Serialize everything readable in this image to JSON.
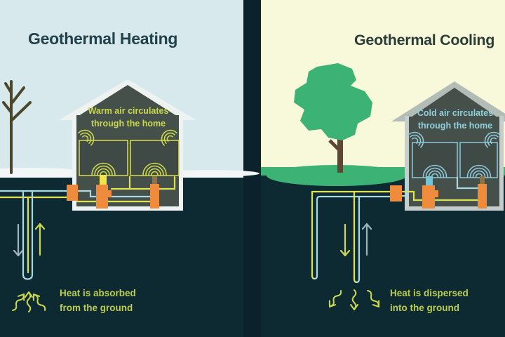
{
  "left_panel": {
    "title": "Geothermal Heating",
    "house_label": {
      "line1": "Warm air circulates",
      "line2": "through the home"
    },
    "ground_caption": {
      "line1": "Heat is absorbed",
      "line2": "from the ground"
    },
    "season_icons": [
      "bare-tree-icon",
      "snow-strip"
    ],
    "flow_icons": [
      "down-arrow-icon",
      "up-arrow-icon",
      "heat-squiggle-icons"
    ]
  },
  "right_panel": {
    "title": "Geothermal Cooling",
    "house_label": {
      "line1": "Cold air circulates",
      "line2": "through the home"
    },
    "ground_caption": {
      "line1": "Heat is dispersed",
      "line2": "into the ground"
    },
    "season_icons": [
      "leafy-tree-icon",
      "grass-strip"
    ],
    "flow_icons": [
      "down-arrow-icon",
      "up-arrow-icon",
      "heat-squiggle-icons"
    ]
  },
  "colors": {
    "sky_winter": "#d7e9ed",
    "sky_summer": "#f8f8da",
    "ground": "#0d2a33",
    "divider": "#0b222c",
    "snow": "#f2f6f6",
    "grass_green": "#3cb375",
    "trunk_brown": "#5d4634",
    "bare_tree": "#4c472b",
    "house_wall": "#46504b",
    "room_fill": "#3f4945",
    "roof_white": "#eef3f2",
    "roof_gray": "#b4bcb8",
    "shell_gray": "#c6cecb",
    "pipe_yellow": "#dfe24f",
    "pipe_blue": "#a9d7e2",
    "wave_yellow": "#cdd94c",
    "wave_blue": "#8fc9d8",
    "arrow_gray": "#9db4be",
    "pump_orange": "#ef8b3d",
    "cap_yellow": "#f3e44a",
    "cap_blue": "#76c5d6",
    "title_dark_left": "#22414b",
    "title_dark_right": "#2a3c35"
  }
}
